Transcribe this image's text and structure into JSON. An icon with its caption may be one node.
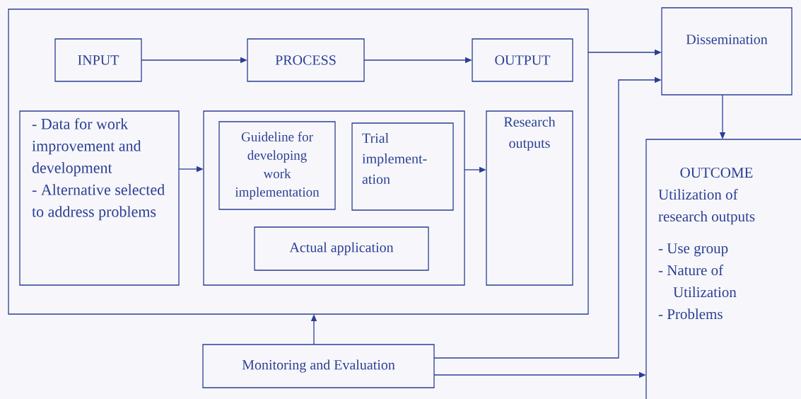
{
  "diagram": {
    "nodes": [
      {
        "text": [],
        "shape": "box"
      },
      {
        "text": [
          "INPUT"
        ],
        "in": 0
      },
      {
        "text": [
          "PROCESS"
        ],
        "in": 0
      },
      {
        "text": [
          "OUTPUT"
        ],
        "in": 0
      },
      {
        "text": [
          "- Data for work improvement and development",
          "- Alternative selected to address problems"
        ],
        "in": 0
      },
      {
        "text": [],
        "shape": "box",
        "in": 0
      },
      {
        "text": [
          "Guideline for developing work implementation"
        ],
        "in": 5
      },
      {
        "text": [
          "Trial implement- ation"
        ],
        "in": 5
      },
      {
        "text": [
          "Actual application"
        ],
        "in": 5
      },
      {
        "text": [
          "Research outputs"
        ],
        "in": 0
      },
      {
        "text": [
          "Dissemination"
        ]
      },
      {
        "text": [
          "OUTCOME",
          "Utilization of research outputs",
          "- Use group",
          "- Nature of Utilization",
          "- Problems"
        ]
      },
      {
        "text": [
          "Monitoring and Evaluation"
        ]
      }
    ],
    "edges": [
      {
        "from": 1,
        "to": 2,
        "arrow": "to"
      },
      {
        "from": 2,
        "to": 3,
        "arrow": "to"
      },
      {
        "from": 4,
        "to": 5,
        "arrow": "to"
      },
      {
        "from": 5,
        "to": 9,
        "arrow": "to"
      },
      {
        "from": 0,
        "to": 10,
        "arrow": "to"
      },
      {
        "from": 12,
        "to": 10,
        "arrow": "to"
      },
      {
        "from": 10,
        "to": 11,
        "arrow": "to"
      },
      {
        "from": 12,
        "to": 0,
        "arrow": "to"
      },
      {
        "from": 12,
        "to": 11,
        "arrow": "to"
      }
    ]
  }
}
